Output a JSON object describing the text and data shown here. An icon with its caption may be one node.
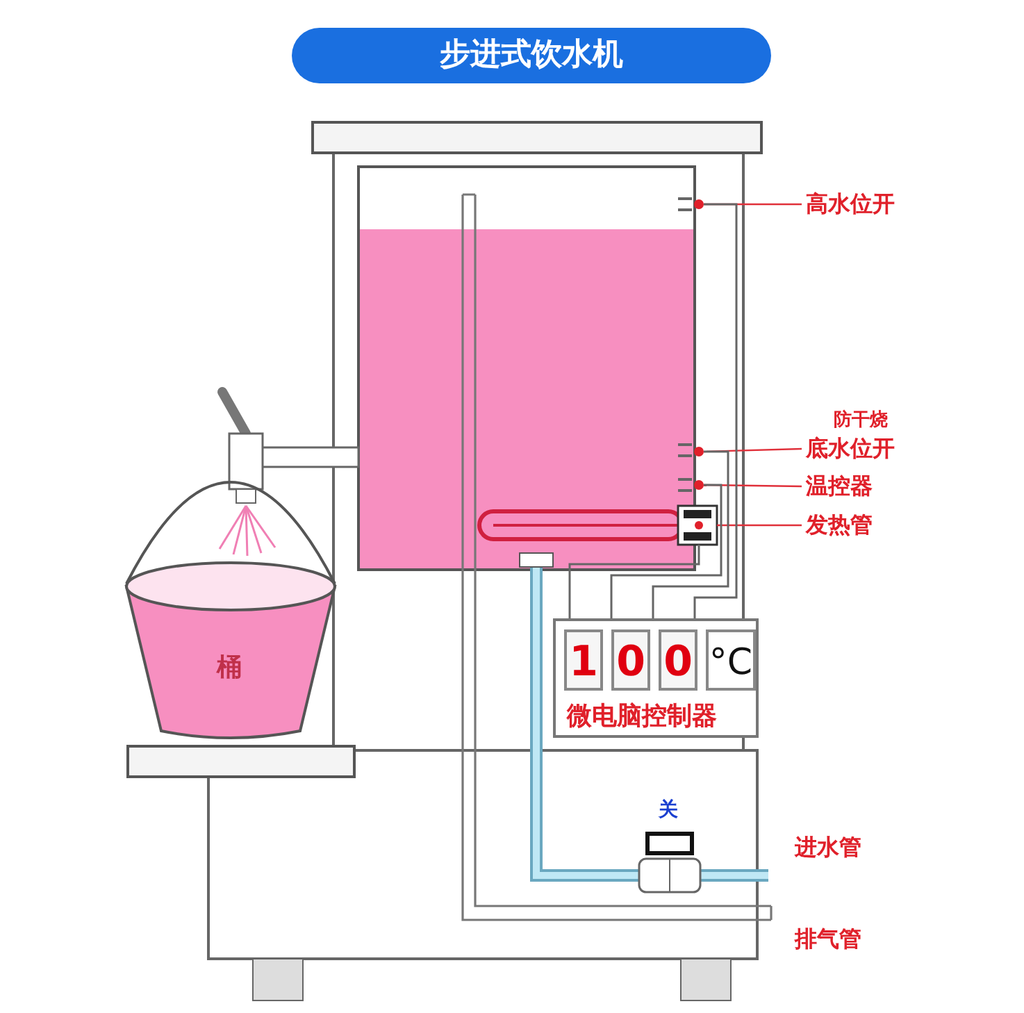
{
  "diagram": {
    "title": "步进式饮水机",
    "nodes": [
      {
        "text": [
          "高水位开"
        ]
      },
      {
        "text": [],
        "shape": "circle"
      },
      {
        "text": [
          "底水位开"
        ]
      },
      {
        "text": [],
        "shape": "circle"
      },
      {
        "text": [
          "温控器"
        ]
      },
      {
        "text": [],
        "shape": "circle"
      },
      {
        "text": [
          "发热管"
        ]
      },
      {
        "text": [],
        "shape": "picture"
      },
      {
        "text": [
          "1",
          "0",
          "0",
          "°C",
          "微电脑控制器"
        ]
      },
      {
        "text": [
          "桶"
        ]
      }
    ],
    "edges": [
      {
        "from": 0,
        "to": 1,
        "arrow": "none",
        "color": "#e0303a"
      },
      {
        "from": 2,
        "to": 3,
        "arrow": "none",
        "color": "#e0303a"
      },
      {
        "from": 4,
        "to": 5,
        "arrow": "none",
        "color": "#e0303a"
      },
      {
        "from": 6,
        "to": 7,
        "arrow": "none",
        "color": "#e0303a"
      },
      {
        "from": 1,
        "to": 8,
        "arrow": "none",
        "color": "#666666"
      },
      {
        "from": 3,
        "to": 8,
        "arrow": "none",
        "color": "#666666"
      },
      {
        "from": 5,
        "to": 8,
        "arrow": "none",
        "color": "#666666"
      },
      {
        "from": 7,
        "to": 8,
        "arrow": "none",
        "color": "#666666"
      }
    ],
    "labels": [
      "防干烧",
      "关",
      "进水管",
      "排气管"
    ]
  }
}
